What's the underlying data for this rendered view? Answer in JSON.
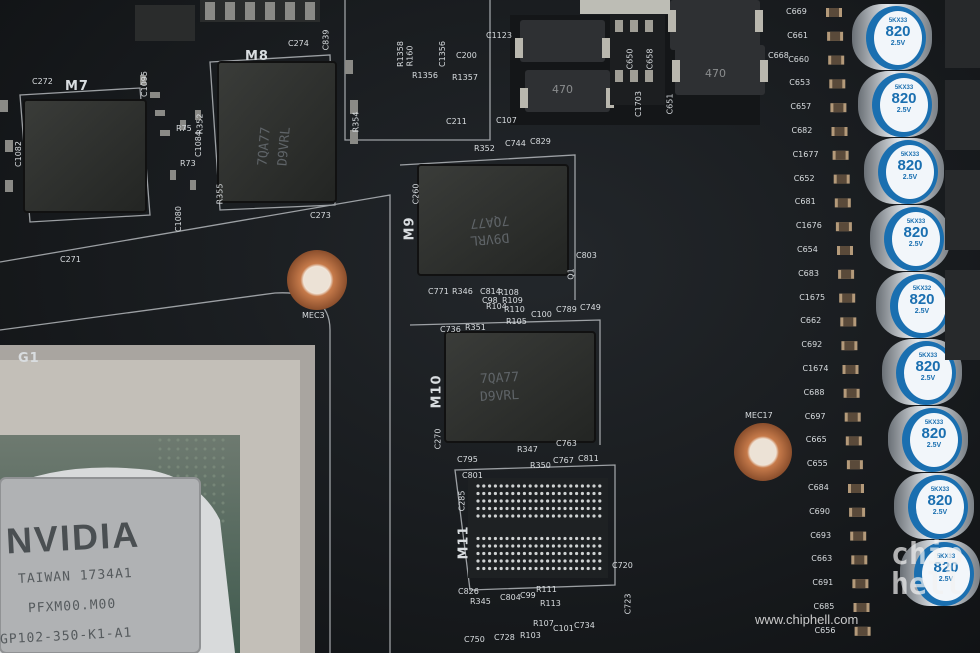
{
  "memory_chips": {
    "m7": {
      "ref": "M7"
    },
    "m8": {
      "ref": "M8",
      "mark_1": "7QA77",
      "mark_2": "D9VRL"
    },
    "m9": {
      "ref": "M9",
      "mark_1": "7QA77",
      "mark_2": "D9VRL"
    },
    "m10": {
      "ref": "M10",
      "mark_1": "7QA77",
      "mark_2": "D9VRL"
    },
    "m11": {
      "ref": "M11"
    }
  },
  "gpu": {
    "ref": "G1",
    "brand": "NVIDIA",
    "line_1": "TAIWAN   1734A1",
    "line_2": "PFXM00.M00",
    "line_3": "GP102-350-K1-A1"
  },
  "mounting_holes": {
    "mec3": "MEC3",
    "mec17": "MEC17"
  },
  "inductors": [
    "470",
    "470"
  ],
  "capacitors": [
    {
      "series": "5KX33",
      "value": "820",
      "voltage": "2.5V"
    },
    {
      "series": "5KX33",
      "value": "820",
      "voltage": "2.5V"
    },
    {
      "series": "5KX33",
      "value": "820",
      "voltage": "2.5V"
    },
    {
      "series": "5KX33",
      "value": "820",
      "voltage": "2.5V"
    },
    {
      "series": "5KX32",
      "value": "820",
      "voltage": "2.5V"
    },
    {
      "series": "5KX33",
      "value": "820",
      "voltage": "2.5V"
    },
    {
      "series": "5KX33",
      "value": "820",
      "voltage": "2.5V"
    },
    {
      "series": "5KX33",
      "value": "820",
      "voltage": "2.5V"
    },
    {
      "series": "5KX33",
      "value": "820",
      "voltage": "2.5V"
    }
  ],
  "right_column_refs": [
    "C669",
    "C661",
    "C660",
    "C653",
    "C657",
    "C682",
    "C1677",
    "C652",
    "C681",
    "C1676",
    "C654",
    "C683",
    "C1675",
    "C662",
    "C692",
    "C1674",
    "C688",
    "C697",
    "C665",
    "C655",
    "C684",
    "C690",
    "C693",
    "C663",
    "C691",
    "C685",
    "C656"
  ],
  "component_refs": {
    "top": [
      "C272",
      "C274",
      "C839",
      "R1358",
      "R160",
      "C1123",
      "C1356",
      "R1357",
      "C211",
      "C107",
      "C200",
      "R1356",
      "C650",
      "C658",
      "C1703",
      "C651",
      "C668"
    ],
    "left": [
      "C1082",
      "C1095",
      "R354",
      "C271",
      "C273",
      "C1080",
      "C1084",
      "R73",
      "R75",
      "R352",
      "R355"
    ],
    "m9_area": [
      "R352",
      "C744",
      "C829",
      "C260",
      "C771",
      "R346",
      "C814",
      "C98",
      "R108",
      "R104",
      "R109",
      "R110",
      "C803",
      "Q1"
    ],
    "m10_area": [
      "C736",
      "R351",
      "R105",
      "C100",
      "C789",
      "C749",
      "C270",
      "C795",
      "R347",
      "C763"
    ],
    "m11_area": [
      "R350",
      "C767",
      "C811",
      "C801",
      "C285",
      "C826",
      "C720",
      "R345",
      "C804",
      "C99",
      "R111",
      "R113",
      "R107",
      "C750",
      "C728",
      "R103",
      "C101",
      "C734",
      "C723"
    ]
  },
  "watermark": {
    "url": "www.chiphell.com",
    "logo": "chip hell"
  },
  "colors": {
    "pcb": "#1a1d20",
    "copper": "#c67a4a",
    "cap_blue": "#1a6fb0",
    "chip": "#2c2e2c"
  }
}
